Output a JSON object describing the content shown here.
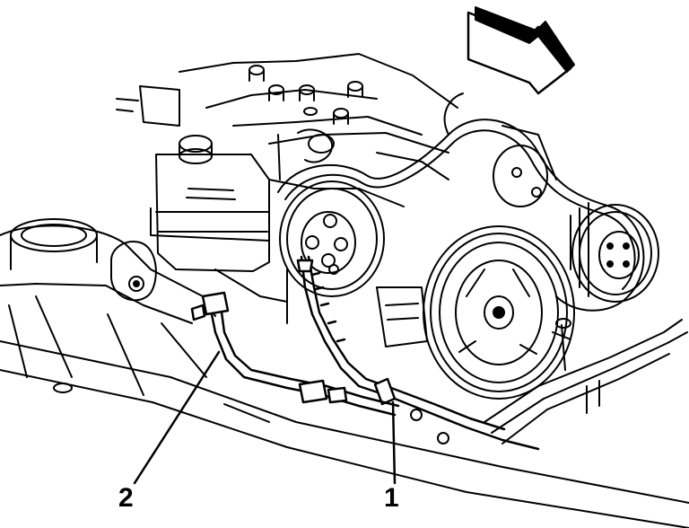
{
  "diagram": {
    "callouts": [
      {
        "id": "1",
        "label": "1"
      },
      {
        "id": "2",
        "label": "2"
      }
    ],
    "colors": {
      "line": "#000000",
      "background": "#ffffff"
    },
    "icons": {
      "direction_arrow": "front-arrow-icon"
    }
  }
}
